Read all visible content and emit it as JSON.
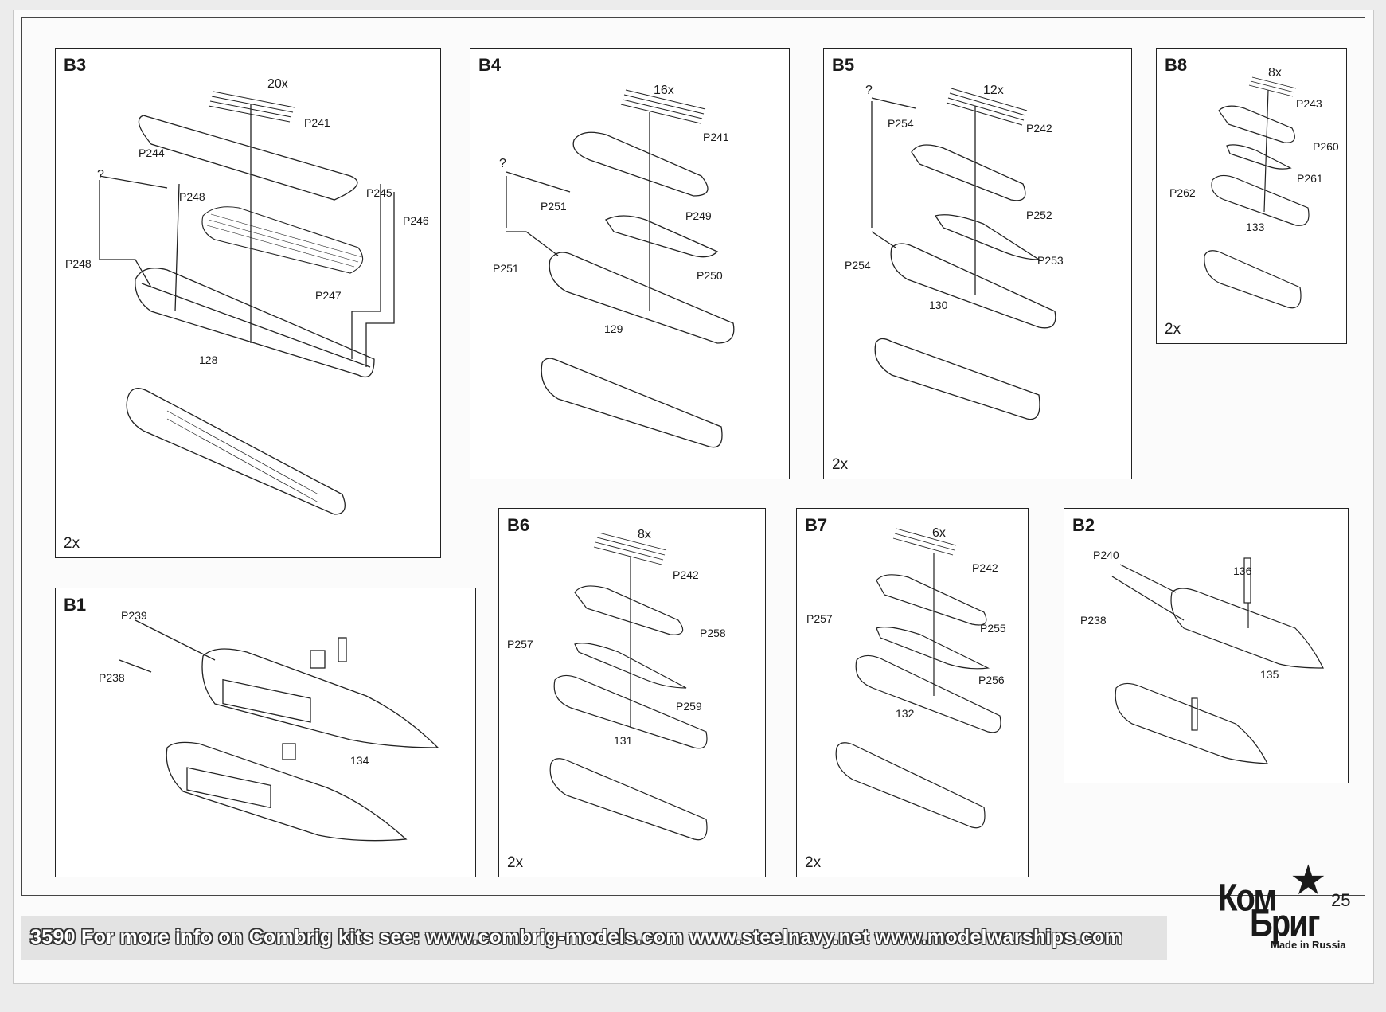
{
  "panels": {
    "b3": {
      "title": "B3",
      "count": "2x",
      "labels": {
        "qty": "20x",
        "p241": "P241",
        "p244": "P244",
        "q": "?",
        "p248a": "P248",
        "p248b": "P248",
        "p245": "P245",
        "p246": "P246",
        "p247": "P247",
        "n128": "128"
      }
    },
    "b4": {
      "title": "B4",
      "labels": {
        "qty": "16x",
        "p241": "P241",
        "q": "?",
        "p251a": "P251",
        "p251b": "P251",
        "p249": "P249",
        "p250": "P250",
        "n129": "129"
      }
    },
    "b5": {
      "title": "B5",
      "count": "2x",
      "labels": {
        "q": "?",
        "qty": "12x",
        "p254a": "P254",
        "p242": "P242",
        "p252": "P252",
        "p253": "P253",
        "p254b": "P254",
        "n130": "130"
      }
    },
    "b8": {
      "title": "B8",
      "count": "2x",
      "labels": {
        "qty": "8x",
        "p243": "P243",
        "p260": "P260",
        "p261": "P261",
        "p262": "P262",
        "n133": "133"
      }
    },
    "b1": {
      "title": "B1",
      "labels": {
        "p239": "P239",
        "p238": "P238",
        "n134": "134"
      }
    },
    "b6": {
      "title": "B6",
      "count": "2x",
      "labels": {
        "qty": "8x",
        "p242": "P242",
        "p258": "P258",
        "p257": "P257",
        "p259": "P259",
        "n131": "131"
      }
    },
    "b7": {
      "title": "B7",
      "count": "2x",
      "labels": {
        "qty": "6x",
        "p242": "P242",
        "p257": "P257",
        "p255": "P255",
        "p256": "P256",
        "n132": "132"
      }
    },
    "b2": {
      "title": "B2",
      "labels": {
        "p240": "P240",
        "p238": "P238",
        "n136": "136",
        "n135": "135"
      }
    }
  },
  "footer": {
    "text": "3590  For more info on Combrig kits see: www.combrig-models.com  www.steelnavy.net  www.modelwarships.com"
  },
  "logo": {
    "line1": "Ком",
    "line2": "Бриг",
    "made_in": "Made in Russia"
  },
  "page_number": "25"
}
